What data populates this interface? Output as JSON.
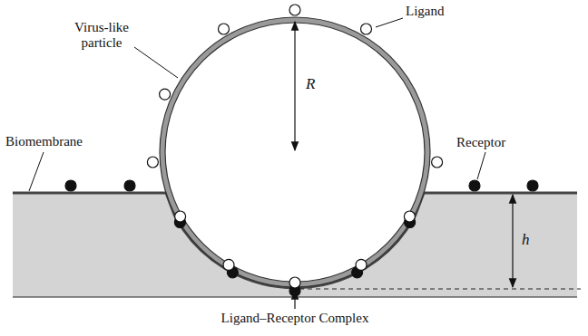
{
  "diagram": {
    "labels": [
      "Virus-like particle",
      "Ligand",
      "R",
      "Biomembrane",
      "Receptor",
      "h",
      "Ligand–Receptor Complex"
    ]
  }
}
